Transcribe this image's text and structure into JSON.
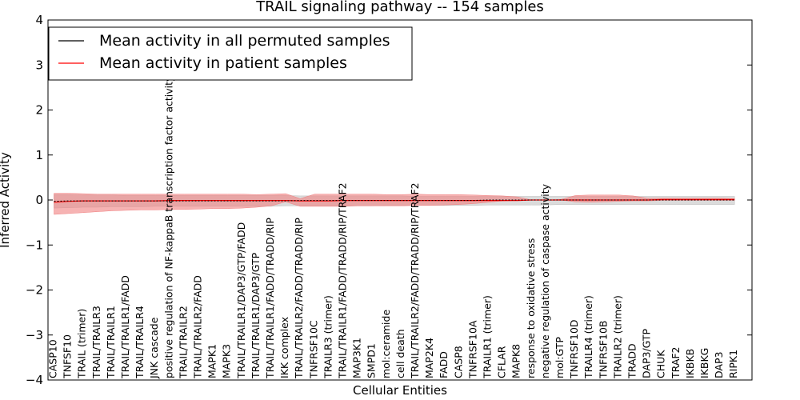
{
  "chart_data": {
    "type": "line",
    "title": "TRAIL signaling pathway -- 154 samples",
    "xlabel": "Cellular Entities",
    "ylabel": "Inferred Activity",
    "ylim": [
      -4,
      4
    ],
    "yticks": [
      4,
      3,
      2,
      1,
      0,
      -1,
      -2,
      -3,
      -4
    ],
    "ytick_labels": [
      "4",
      "3",
      "2",
      "1",
      "0",
      "−1",
      "−2",
      "−3",
      "−4"
    ],
    "grid": false,
    "legend_position": "top-left",
    "categories": [
      "CASP10",
      "TNFSF10",
      "TRAIL (trimer)",
      "TRAIL/TRAILR3",
      "TRAIL/TRAILR1",
      "TRAIL/TRAILR1/FADD",
      "TRAIL/TRAILR4",
      "JNK cascade",
      "positive regulation of NF-kappaB transcription factor activity",
      "TRAIL/TRAILR2",
      "TRAIL/TRAILR2/FADD",
      "MAPK1",
      "MAPK3",
      "TRAIL/TRAILR1/DAP3/GTP/FADD",
      "TRAIL/TRAILR1/DAP3/GTP",
      "TRAIL/TRAILR1/FADD/TRADD/RIP",
      "IKK complex",
      "TRAIL/TRAILR2/FADD/TRADD/RIP",
      "TNFRSF10C",
      "TRAILR3 (trimer)",
      "TRAIL/TRAILR1/FADD/TRADD/RIP/TRAF2",
      "MAP3K1",
      "SMPD1",
      "mol:ceramide",
      "cell death",
      "TRAIL/TRAILR2/FADD/TRADD/RIP/TRAF2",
      "MAP2K4",
      "FADD",
      "CASP8",
      "TNFRSF10A",
      "TRAILR1 (trimer)",
      "CFLAR",
      "MAPK8",
      "response to oxidative stress",
      "negative regulation of caspase activity",
      "mol:GTP",
      "TNFRSF10D",
      "TRAILR4 (trimer)",
      "TNFRSF10B",
      "TRAILR2 (trimer)",
      "TRADD",
      "DAP3/GTP",
      "CHUK",
      "TRAF2",
      "IKBKB",
      "IKBKG",
      "DAP3",
      "RIPK1"
    ],
    "series": [
      {
        "name": "Mean activity in all permuted samples",
        "color": "#000000",
        "band_color": "#bdbdbd",
        "values": [
          -0.03,
          -0.02,
          -0.02,
          -0.02,
          -0.02,
          -0.02,
          -0.02,
          -0.02,
          -0.02,
          -0.02,
          -0.02,
          -0.02,
          -0.02,
          -0.02,
          -0.02,
          -0.02,
          -0.02,
          -0.01,
          -0.01,
          -0.01,
          -0.01,
          -0.01,
          -0.01,
          -0.01,
          -0.01,
          -0.01,
          -0.01,
          -0.01,
          -0.01,
          -0.01,
          0.0,
          0.0,
          0.0,
          0.0,
          0.0,
          0.0,
          0.0,
          0.0,
          0.0,
          0.0,
          0.0,
          0.0,
          0.0,
          0.0,
          0.0,
          0.0,
          0.0,
          0.0
        ],
        "band_upper": [
          0.12,
          0.12,
          0.11,
          0.11,
          0.11,
          0.1,
          0.1,
          0.1,
          0.1,
          0.1,
          0.1,
          0.1,
          0.1,
          0.1,
          0.1,
          0.1,
          0.1,
          0.09,
          0.09,
          0.09,
          0.09,
          0.09,
          0.09,
          0.09,
          0.09,
          0.08,
          0.08,
          0.08,
          0.08,
          0.08,
          0.08,
          0.08,
          0.08,
          0.08,
          0.08,
          0.08,
          0.08,
          0.08,
          0.08,
          0.08,
          0.08,
          0.08,
          0.08,
          0.08,
          0.08,
          0.08,
          0.08,
          0.08
        ],
        "band_lower": [
          -0.18,
          -0.17,
          -0.16,
          -0.16,
          -0.15,
          -0.15,
          -0.15,
          -0.14,
          -0.14,
          -0.14,
          -0.14,
          -0.14,
          -0.14,
          -0.14,
          -0.14,
          -0.14,
          -0.13,
          -0.13,
          -0.13,
          -0.13,
          -0.13,
          -0.13,
          -0.13,
          -0.12,
          -0.12,
          -0.12,
          -0.12,
          -0.12,
          -0.12,
          -0.12,
          -0.11,
          -0.11,
          -0.11,
          -0.11,
          -0.11,
          -0.1,
          -0.1,
          -0.1,
          -0.1,
          -0.1,
          -0.1,
          -0.1,
          -0.1,
          -0.1,
          -0.1,
          -0.1,
          -0.1,
          -0.1
        ]
      },
      {
        "name": "Mean activity in patient samples",
        "color": "#ff0000",
        "band_color": "#f08080",
        "values": [
          -0.05,
          -0.03,
          -0.02,
          -0.02,
          -0.02,
          -0.02,
          -0.02,
          -0.02,
          -0.01,
          -0.01,
          -0.01,
          -0.01,
          -0.01,
          -0.01,
          -0.01,
          -0.01,
          -0.01,
          -0.02,
          -0.02,
          -0.02,
          -0.01,
          -0.01,
          -0.01,
          -0.01,
          -0.01,
          -0.01,
          -0.01,
          -0.01,
          -0.01,
          -0.01,
          -0.01,
          -0.01,
          -0.01,
          0.0,
          0.0,
          0.0,
          0.0,
          0.0,
          0.0,
          0.0,
          0.0,
          0.0,
          0.01,
          0.01,
          0.01,
          0.01,
          0.01,
          0.01
        ],
        "band_upper": [
          0.15,
          0.15,
          0.14,
          0.13,
          0.13,
          0.13,
          0.13,
          0.13,
          0.13,
          0.13,
          0.13,
          0.13,
          0.13,
          0.13,
          0.12,
          0.13,
          0.14,
          0.03,
          0.13,
          0.13,
          0.13,
          0.13,
          0.13,
          0.12,
          0.12,
          0.13,
          0.12,
          0.12,
          0.12,
          0.11,
          0.1,
          0.09,
          0.07,
          0.0,
          0.0,
          0.01,
          0.1,
          0.11,
          0.11,
          0.11,
          0.09,
          0.04,
          0.04,
          0.04,
          0.04,
          0.04,
          0.04,
          0.03
        ],
        "band_lower": [
          -0.32,
          -0.3,
          -0.28,
          -0.26,
          -0.24,
          -0.23,
          -0.22,
          -0.22,
          -0.21,
          -0.21,
          -0.2,
          -0.19,
          -0.19,
          -0.18,
          -0.16,
          -0.13,
          -0.04,
          -0.14,
          -0.14,
          -0.14,
          -0.14,
          -0.13,
          -0.13,
          -0.13,
          -0.13,
          -0.12,
          -0.12,
          -0.11,
          -0.1,
          -0.08,
          -0.05,
          -0.02,
          -0.01,
          0.0,
          0.0,
          0.0,
          -0.04,
          -0.05,
          -0.04,
          -0.03,
          -0.02,
          -0.02,
          -0.01,
          -0.01,
          -0.01,
          -0.01,
          -0.01,
          -0.01
        ]
      }
    ]
  }
}
